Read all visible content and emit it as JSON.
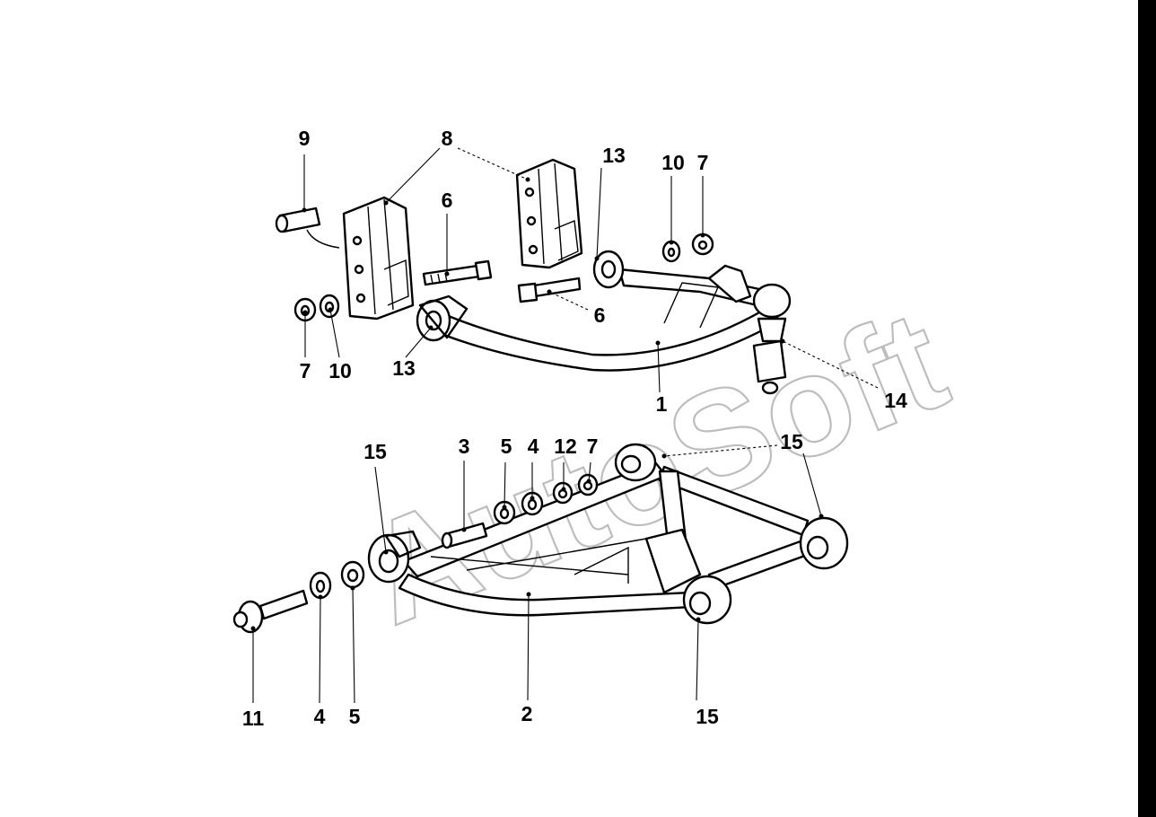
{
  "watermark": "AutoSoft",
  "callouts": [
    {
      "id": "c9",
      "text": "9"
    },
    {
      "id": "c8",
      "text": "8"
    },
    {
      "id": "c6a",
      "text": "6"
    },
    {
      "id": "c13a",
      "text": "13"
    },
    {
      "id": "c10a",
      "text": "10"
    },
    {
      "id": "c7a",
      "text": "7"
    },
    {
      "id": "c7b",
      "text": "7"
    },
    {
      "id": "c10b",
      "text": "10"
    },
    {
      "id": "c13b",
      "text": "13"
    },
    {
      "id": "c6b",
      "text": "6"
    },
    {
      "id": "c1",
      "text": "1"
    },
    {
      "id": "c14",
      "text": "14"
    },
    {
      "id": "c15a",
      "text": "15"
    },
    {
      "id": "c3",
      "text": "3"
    },
    {
      "id": "c5a",
      "text": "5"
    },
    {
      "id": "c4a",
      "text": "4"
    },
    {
      "id": "c12",
      "text": "12"
    },
    {
      "id": "c7c",
      "text": "7"
    },
    {
      "id": "c15b",
      "text": "15"
    },
    {
      "id": "c11",
      "text": "11"
    },
    {
      "id": "c4b",
      "text": "4"
    },
    {
      "id": "c5b",
      "text": "5"
    },
    {
      "id": "c2",
      "text": "2"
    },
    {
      "id": "c15c",
      "text": "15"
    }
  ]
}
